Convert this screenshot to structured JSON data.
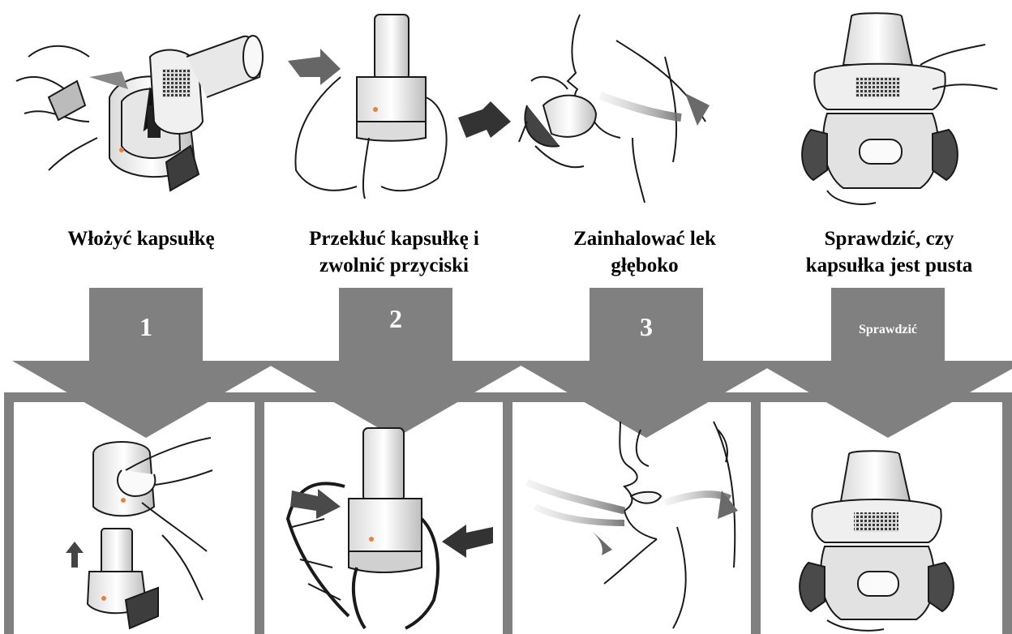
{
  "steps": [
    {
      "caption_lines": [
        "Włożyć kapsułkę"
      ],
      "label": "1"
    },
    {
      "caption_lines": [
        "Przekłuć kapsułkę i",
        "zwolnić przyciski"
      ],
      "label": "2"
    },
    {
      "caption_lines": [
        "Zainhalować lek",
        "głęboko"
      ],
      "label": "3"
    },
    {
      "caption_lines": [
        "Sprawdzić, czy",
        "kapsułka jest pusta"
      ],
      "label": "Sprawdzić"
    }
  ],
  "colors": {
    "arrow": "#808080",
    "panel_border": "#808080",
    "line_art": "#1a1a1a",
    "device_body": "#f2f2f2",
    "device_shade": "#cfcfcf",
    "device_dark": "#4a4a4a",
    "dot": "#e8823a"
  }
}
